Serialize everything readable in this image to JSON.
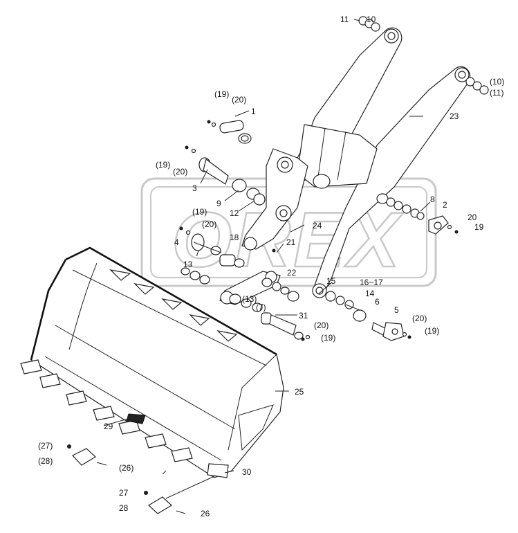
{
  "watermark": "OREX",
  "callouts": [
    {
      "id": "11-top",
      "text": "11"
    },
    {
      "id": "10-top",
      "text": "10"
    },
    {
      "id": "10-right",
      "text": "(10)"
    },
    {
      "id": "11-right",
      "text": "(11)"
    },
    {
      "id": "23",
      "text": "23"
    },
    {
      "id": "19-a",
      "text": "(19)"
    },
    {
      "id": "20-a",
      "text": "(20)"
    },
    {
      "id": "1",
      "text": "1"
    },
    {
      "id": "19-b",
      "text": "(19)"
    },
    {
      "id": "20-b",
      "text": "(20)"
    },
    {
      "id": "3",
      "text": "3"
    },
    {
      "id": "9",
      "text": "9"
    },
    {
      "id": "12",
      "text": "12"
    },
    {
      "id": "8",
      "text": "8"
    },
    {
      "id": "2",
      "text": "2"
    },
    {
      "id": "20-c",
      "text": "20"
    },
    {
      "id": "19-c",
      "text": "19"
    },
    {
      "id": "19-d",
      "text": "(19)"
    },
    {
      "id": "20-d",
      "text": "(20)"
    },
    {
      "id": "4",
      "text": "4"
    },
    {
      "id": "24",
      "text": "24"
    },
    {
      "id": "18",
      "text": "18"
    },
    {
      "id": "21",
      "text": "21"
    },
    {
      "id": "7",
      "text": "7"
    },
    {
      "id": "13-a",
      "text": "13"
    },
    {
      "id": "22",
      "text": "22"
    },
    {
      "id": "15",
      "text": "15"
    },
    {
      "id": "16-17",
      "text": "16~17"
    },
    {
      "id": "14",
      "text": "14"
    },
    {
      "id": "6",
      "text": "6"
    },
    {
      "id": "13-b",
      "text": "(13)"
    },
    {
      "id": "7-b",
      "text": "(7)"
    },
    {
      "id": "31",
      "text": "31"
    },
    {
      "id": "20-e",
      "text": "(20)"
    },
    {
      "id": "19-e",
      "text": "(19)"
    },
    {
      "id": "5",
      "text": "5"
    },
    {
      "id": "20-f",
      "text": "(20)"
    },
    {
      "id": "19-f",
      "text": "(19)"
    },
    {
      "id": "25",
      "text": "25"
    },
    {
      "id": "29",
      "text": "29"
    },
    {
      "id": "27-a",
      "text": "(27)"
    },
    {
      "id": "28-a",
      "text": "(28)"
    },
    {
      "id": "26-a",
      "text": "(26)"
    },
    {
      "id": "30",
      "text": "30"
    },
    {
      "id": "27-b",
      "text": "27"
    },
    {
      "id": "28-b",
      "text": "28"
    },
    {
      "id": "26-b",
      "text": "26"
    }
  ]
}
